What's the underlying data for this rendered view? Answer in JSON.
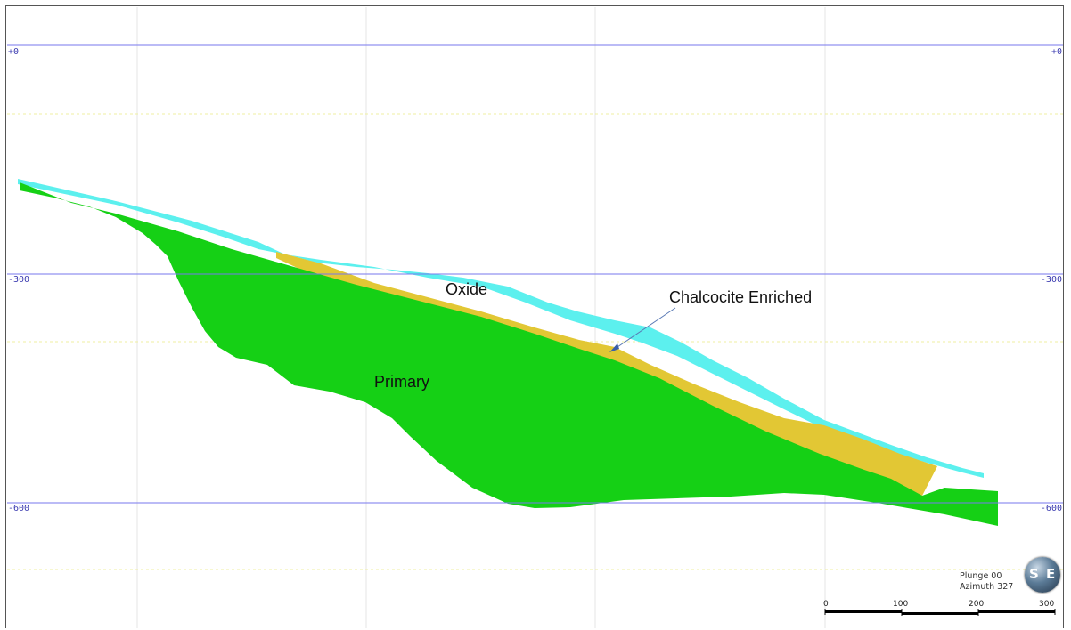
{
  "elevation_labels": {
    "top": "+0",
    "middle": "-300",
    "bottom": "-600"
  },
  "annotations": {
    "oxide": "Oxide",
    "chalcocite": "Chalcocite Enriched",
    "primary": "Primary"
  },
  "orientation": {
    "plunge": "Plunge 00",
    "azimuth": "Azimuth 327"
  },
  "scale_bar": {
    "ticks": [
      "0",
      "100",
      "200",
      "300"
    ]
  },
  "logo": {
    "left_letter": "S",
    "right_letter": "E"
  },
  "colors": {
    "oxide": "#5cf0ee",
    "chalcocite": "#e2c734",
    "primary": "#15d015",
    "elevation_line": "#7777ee",
    "grid": "#e0e0e0",
    "dashed_yellow": "#f1f1a8"
  }
}
